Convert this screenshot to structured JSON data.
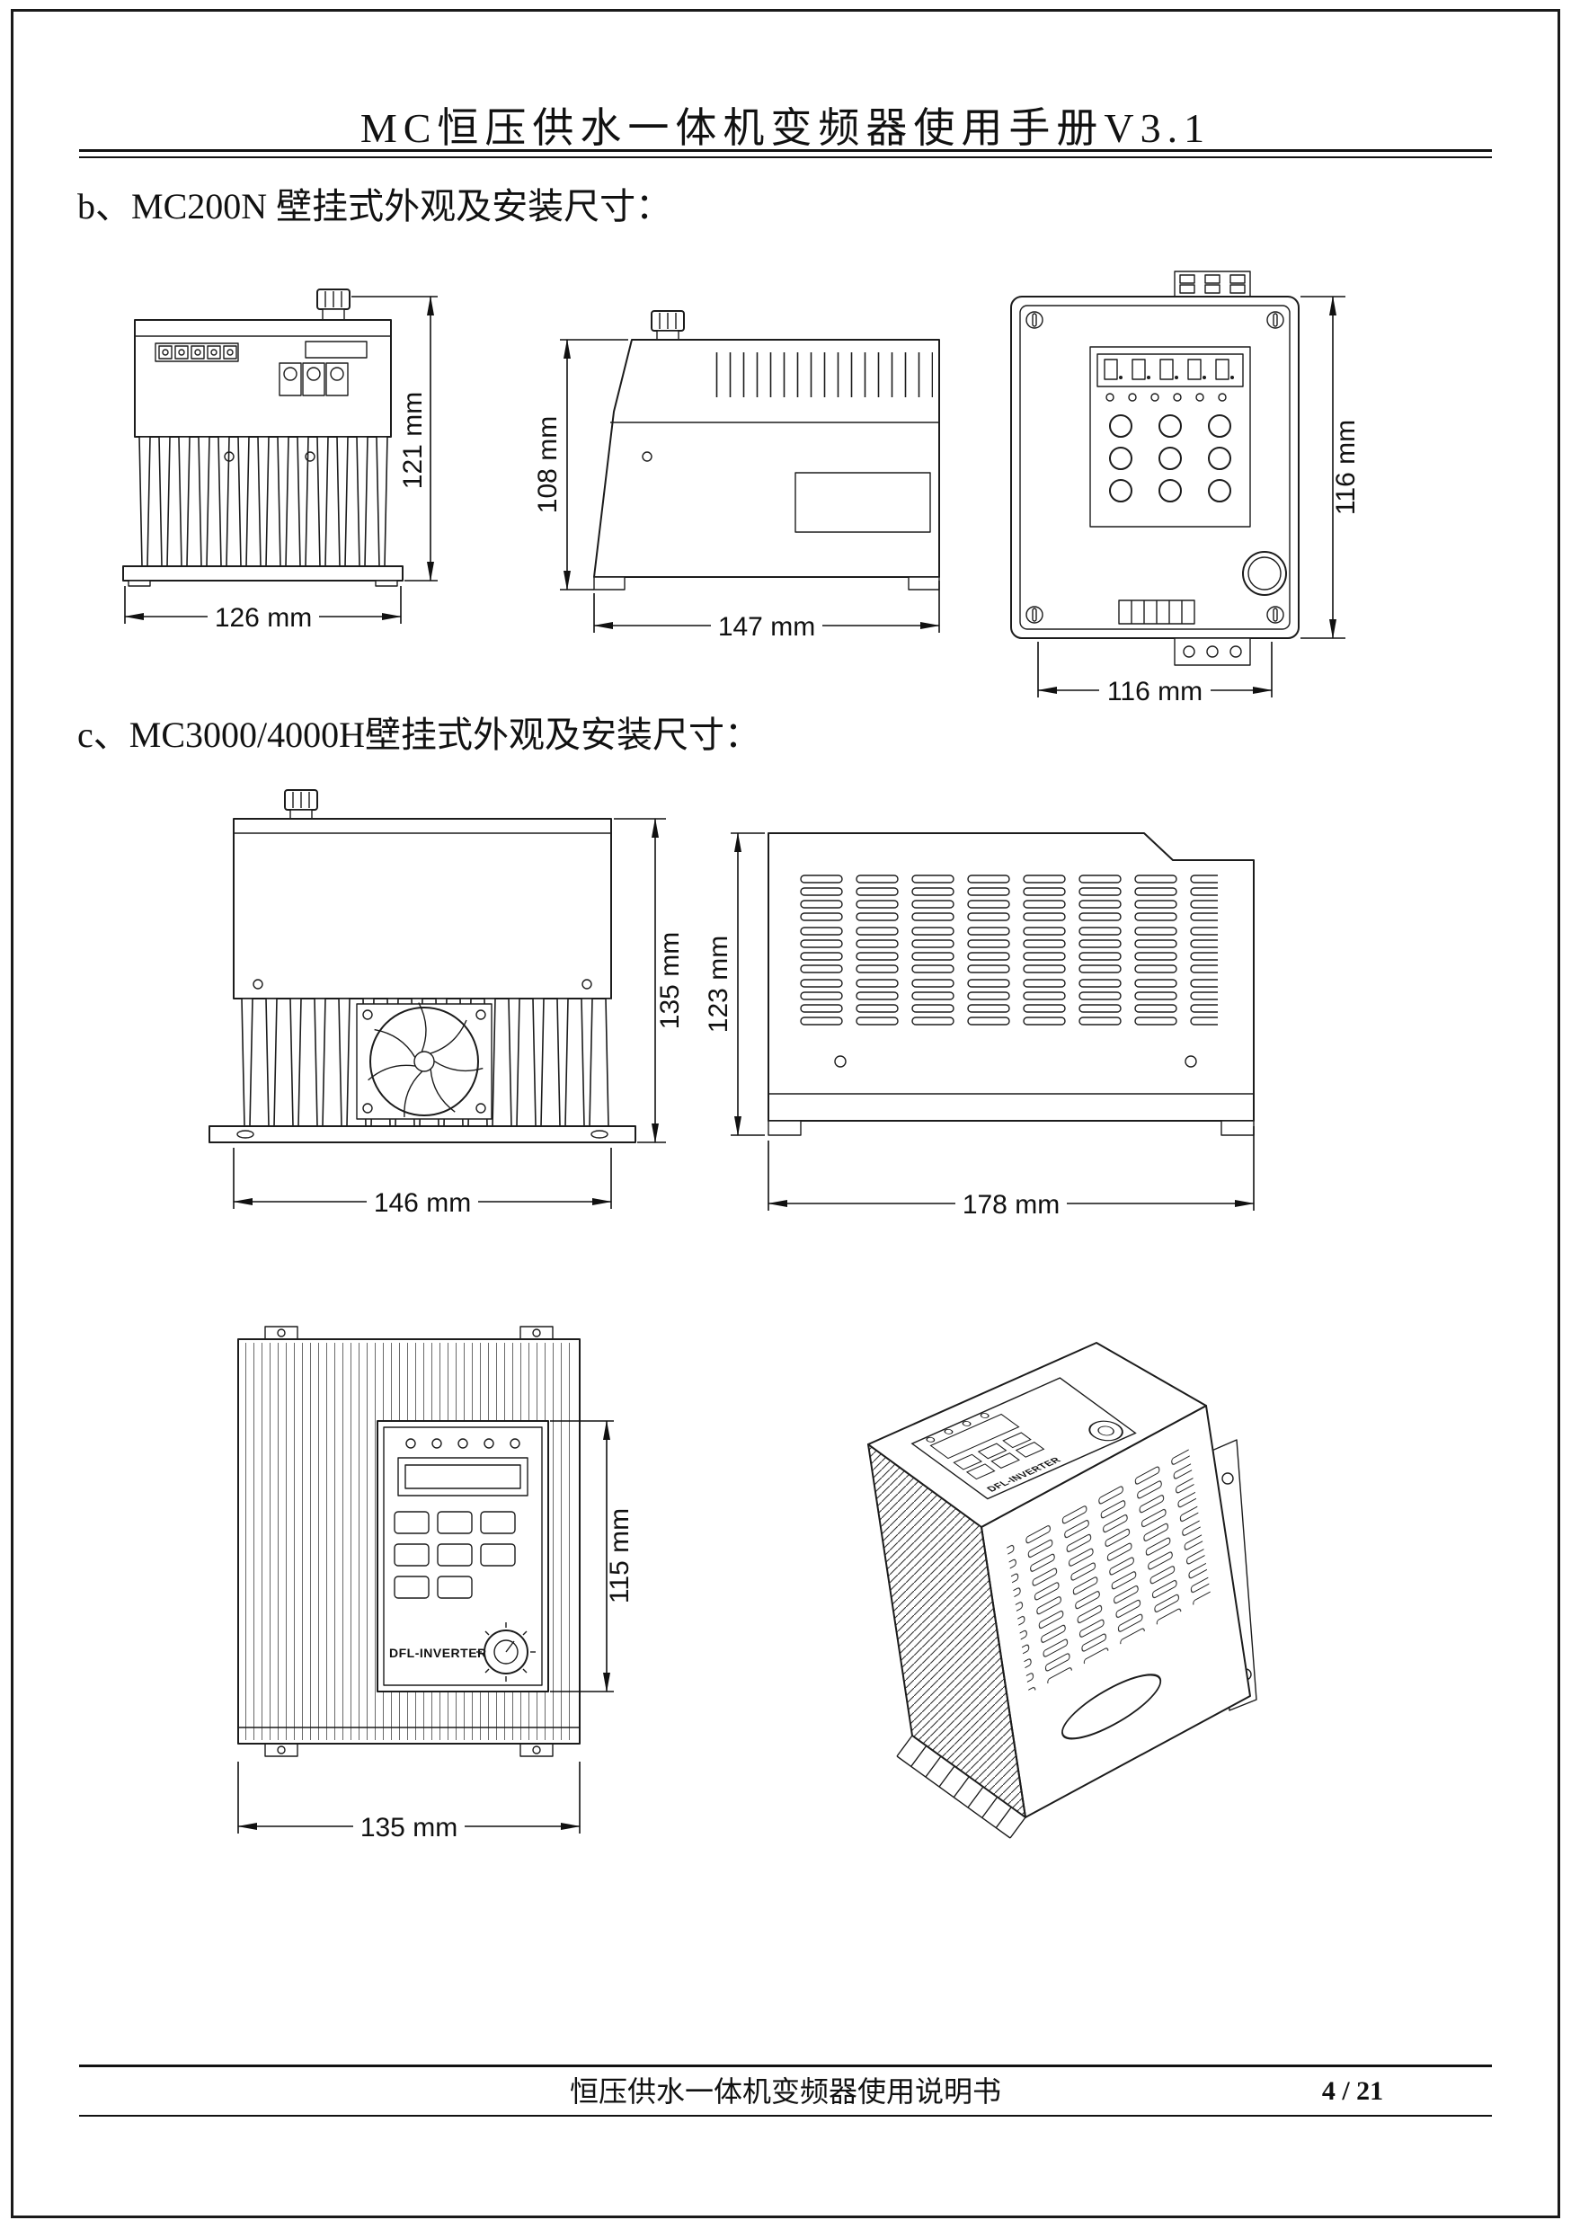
{
  "header": {
    "title": "MC恒压供水一体机变频器使用手册V3.1"
  },
  "sections": [
    {
      "id": "b",
      "heading": "b、MC200N 壁挂式外观及安装尺寸："
    },
    {
      "id": "c",
      "heading": "c、MC3000/4000H壁挂式外观及安装尺寸："
    }
  ],
  "drawings": {
    "mc200n_front": {
      "height": "121 mm",
      "width": "126 mm"
    },
    "mc200n_side": {
      "height": "108 mm",
      "width": "147 mm"
    },
    "mc200n_face": {
      "height": "116 mm",
      "width": "116 mm"
    },
    "mc3000_front": {
      "height": "135 mm",
      "width": "146 mm"
    },
    "mc3000_side": {
      "height": "123 mm",
      "width": "178 mm"
    },
    "mc3000_face": {
      "height": "115 mm",
      "width": "135 mm",
      "brand": "DFL-INVERTER"
    },
    "mc3000_iso": {
      "brand": "DFL-INVERTER"
    }
  },
  "footer": {
    "title": "恒压供水一体机变频器使用说明书",
    "page": "4 / 21"
  }
}
